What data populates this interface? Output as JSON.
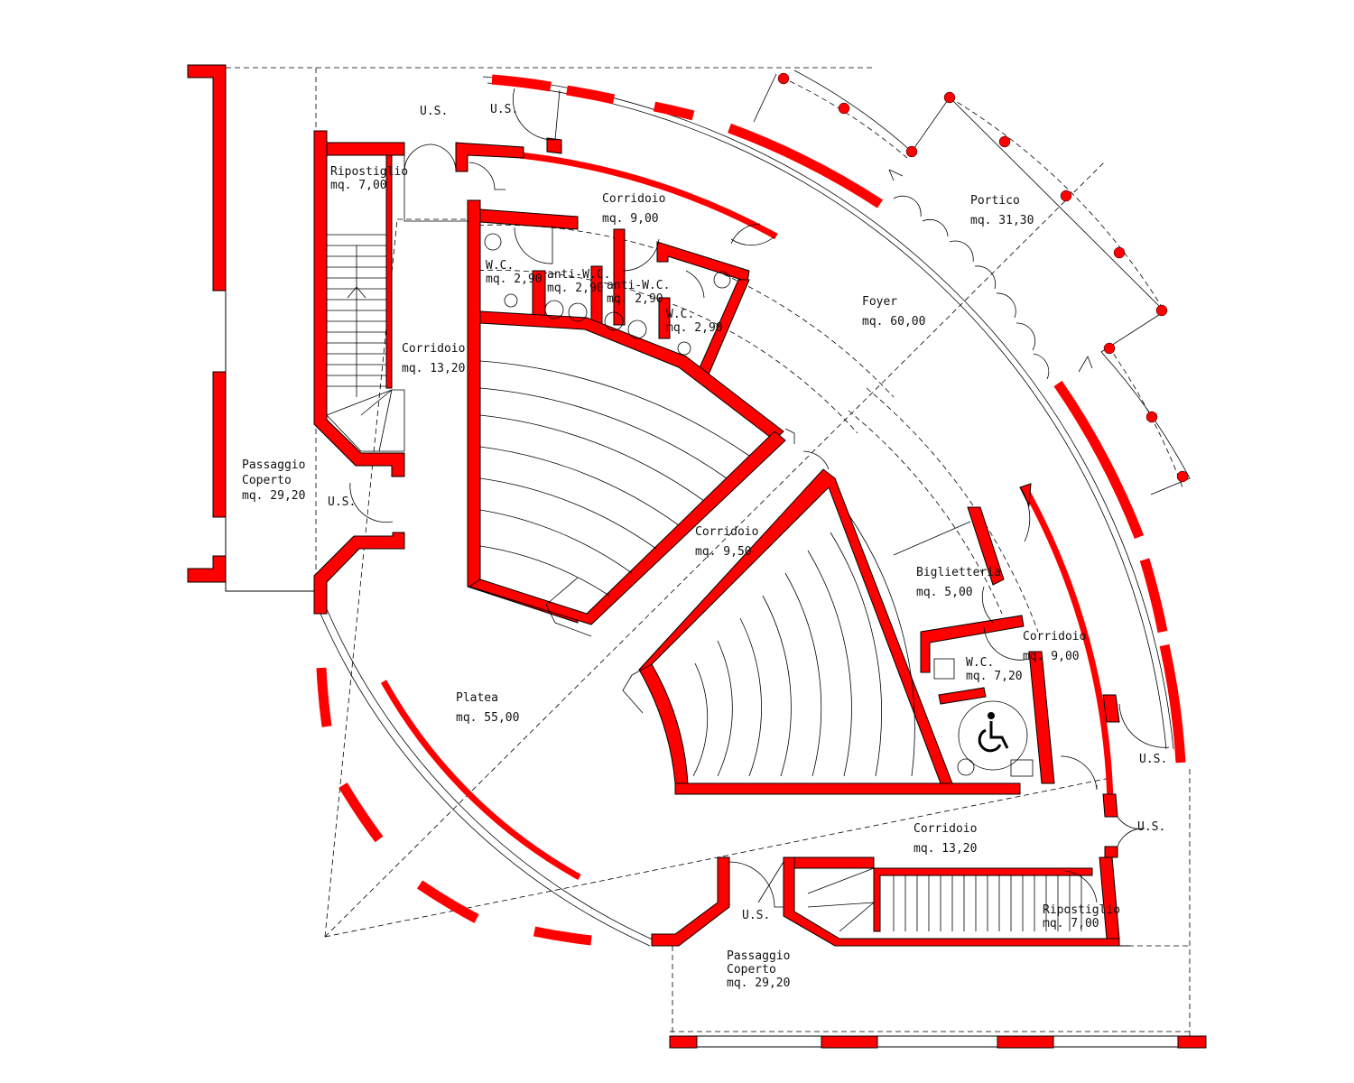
{
  "rooms": [
    {
      "id": "us-top-left",
      "lines": [
        "U.S."
      ]
    },
    {
      "id": "us-top",
      "lines": [
        "U.S."
      ]
    },
    {
      "id": "ripostiglio-top",
      "lines": [
        "Ripostiglio",
        "mq. 7,00"
      ]
    },
    {
      "id": "corridoio-top",
      "lines": [
        "Corridoio",
        "mq. 9,00"
      ]
    },
    {
      "id": "portico",
      "lines": [
        "Portico",
        "mq. 31,30"
      ]
    },
    {
      "id": "wc-left",
      "lines": [
        "W.C.",
        "mq. 2,90"
      ]
    },
    {
      "id": "anti-wc-1",
      "lines": [
        "anti-W.C.",
        "mq. 2,90"
      ]
    },
    {
      "id": "anti-wc-2",
      "lines": [
        "anti-W.C.",
        "mq. 2,90"
      ]
    },
    {
      "id": "wc-right",
      "lines": [
        "W.C.",
        "mq. 2,90"
      ]
    },
    {
      "id": "foyer",
      "lines": [
        "Foyer",
        "mq. 60,00"
      ]
    },
    {
      "id": "corridoio-left",
      "lines": [
        "Corridoio",
        "mq. 13,20"
      ]
    },
    {
      "id": "passaggio-left",
      "lines": [
        "Passaggio",
        "Coperto",
        "mq. 29,20"
      ]
    },
    {
      "id": "us-left",
      "lines": [
        "U.S."
      ]
    },
    {
      "id": "corridoio-center",
      "lines": [
        "Corridoio",
        "mq. 9,50"
      ]
    },
    {
      "id": "biglietteria",
      "lines": [
        "Biglietteria",
        "mq. 5,00"
      ]
    },
    {
      "id": "corridoio-right",
      "lines": [
        "Corridoio",
        "mq. 9,00"
      ]
    },
    {
      "id": "wc-accessible",
      "lines": [
        "W.C.",
        "mq. 7,20"
      ]
    },
    {
      "id": "platea",
      "lines": [
        "Platea",
        "mq. 55,00"
      ]
    },
    {
      "id": "us-right",
      "lines": [
        "U.S."
      ]
    },
    {
      "id": "us-right-2",
      "lines": [
        "U.S."
      ]
    },
    {
      "id": "corridoio-bottom",
      "lines": [
        "Corridoio",
        "mq. 13,20"
      ]
    },
    {
      "id": "us-bottom",
      "lines": [
        "U.S."
      ]
    },
    {
      "id": "ripostiglio-bottom",
      "lines": [
        "Ripostiglio",
        "mq. 7,00"
      ]
    },
    {
      "id": "passaggio-bottom",
      "lines": [
        "Passaggio",
        "Coperto",
        "mq. 29,20"
      ]
    }
  ],
  "colors": {
    "wall": "#ff0000",
    "line": "#000000",
    "background": "#ffffff"
  },
  "icons": {
    "accessibility": "wheelchair-icon"
  }
}
